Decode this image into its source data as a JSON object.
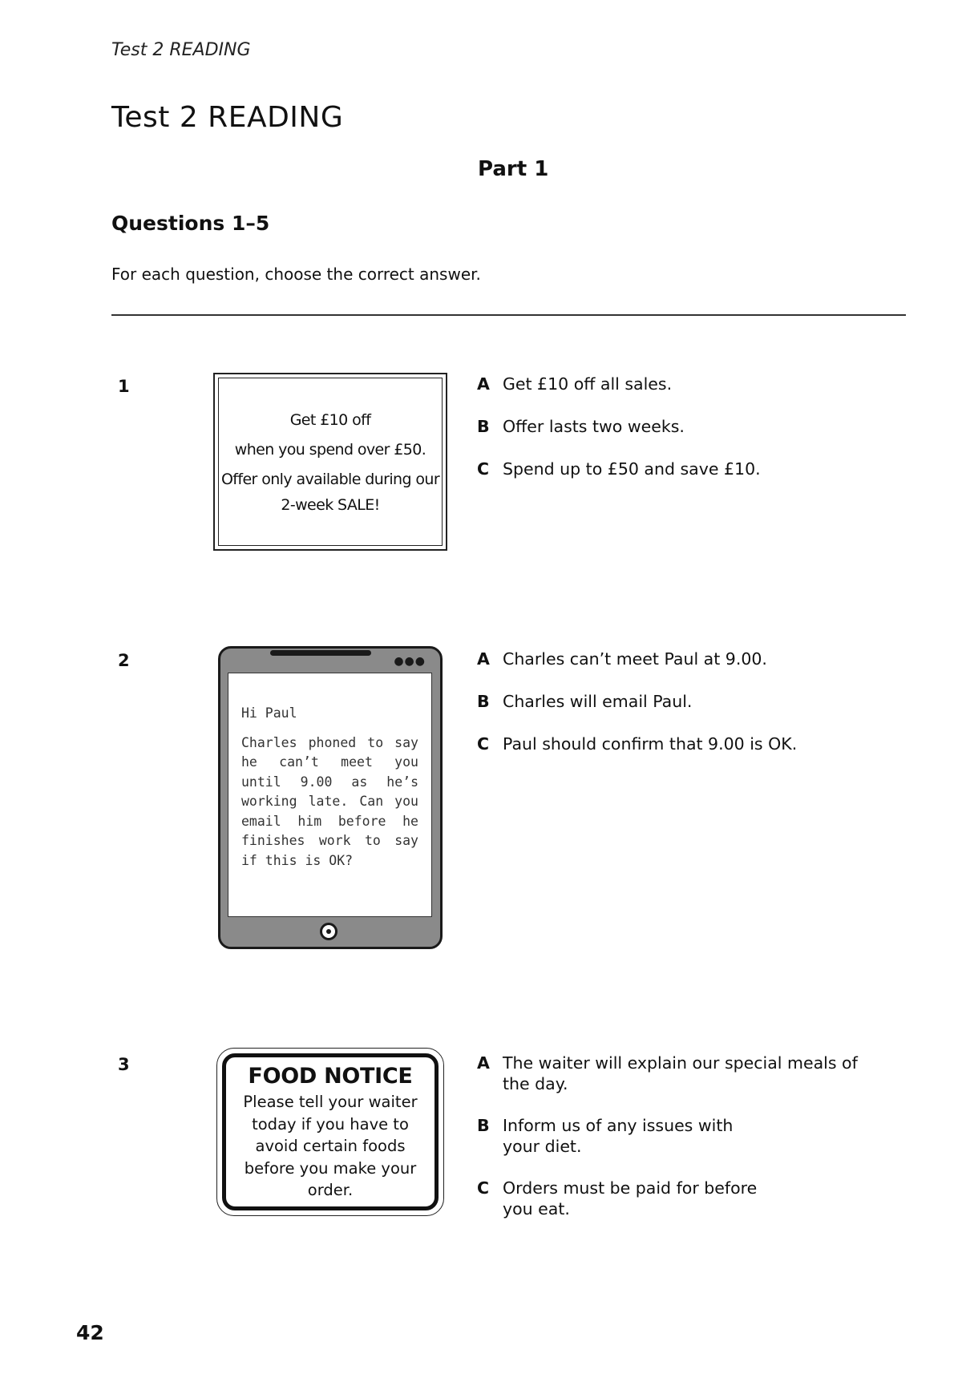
{
  "running_head": "Test 2 READING",
  "title": "Test 2 READING",
  "part": "Part 1",
  "questions_heading": "Questions 1–5",
  "instructions": "For each question, choose the correct answer.",
  "page_number": "42",
  "questions": [
    {
      "number": "1",
      "notice_lines": [
        "Get £10 off",
        "when you spend over £50.",
        "Offer only available during our",
        "2-week SALE!"
      ],
      "options": [
        {
          "letter": "A",
          "text": "Get £10 off all sales."
        },
        {
          "letter": "B",
          "text": "Offer lasts two weeks."
        },
        {
          "letter": "C",
          "text": "Spend up to £50 and save £10."
        }
      ]
    },
    {
      "number": "2",
      "message_greeting": "Hi Paul",
      "message_body": "Charles phoned to say he can’t meet you until 9.00 as he’s working late. Can you email him before he finishes work to say if this is OK?",
      "options": [
        {
          "letter": "A",
          "text": "Charles can’t meet Paul at 9.00."
        },
        {
          "letter": "B",
          "text": "Charles will email Paul."
        },
        {
          "letter": "C",
          "text": "Paul should confirm that 9.00 is OK."
        }
      ]
    },
    {
      "number": "3",
      "notice_title": "FOOD NOTICE",
      "notice_body": "Please tell your waiter today if you have to avoid certain foods before you make your order.",
      "options": [
        {
          "letter": "A",
          "text": "The waiter will explain our special meals of the day."
        },
        {
          "letter": "B",
          "text": "Inform us of any issues with your diet."
        },
        {
          "letter": "C",
          "text": "Orders must be paid for before you eat."
        }
      ]
    }
  ]
}
